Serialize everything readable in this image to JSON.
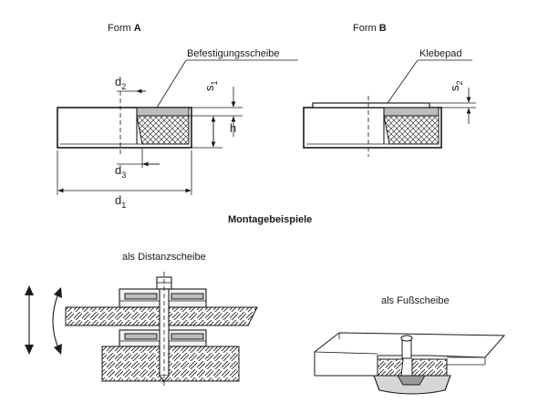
{
  "form_a": {
    "prefix": "Form ",
    "letter": "A",
    "callout": "Befestigungsscheibe"
  },
  "form_b": {
    "prefix": "Form ",
    "letter": "B",
    "callout": "Klebepad"
  },
  "dimensions": {
    "d2": {
      "main": "d",
      "sub": "2"
    },
    "d3": {
      "main": "d",
      "sub": "3"
    },
    "d1": {
      "main": "d",
      "sub": "1"
    },
    "s1": {
      "main": "s",
      "sub": "1"
    },
    "s2": {
      "main": "s",
      "sub": "2"
    },
    "h": "h"
  },
  "section_title": "Montagebeispiele",
  "examples": {
    "distance": "als Distanzscheibe",
    "foot": "als Fußscheibe"
  }
}
